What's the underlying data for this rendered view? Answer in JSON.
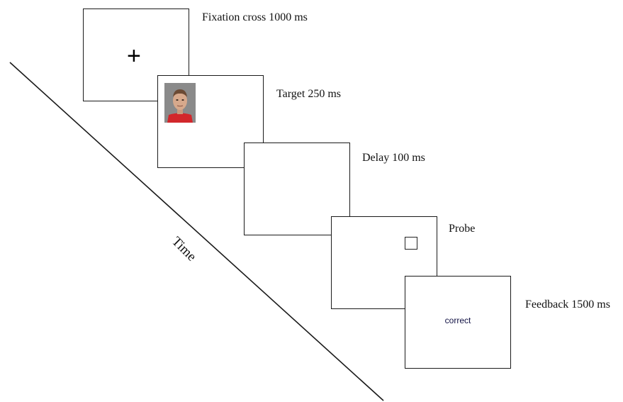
{
  "axis": {
    "label": "Time"
  },
  "steps": [
    {
      "label": "Fixation cross 1000 ms",
      "content": {
        "type": "fixation-cross",
        "glyph": "+"
      }
    },
    {
      "label": "Target 250 ms",
      "content": {
        "type": "face-photo"
      }
    },
    {
      "label": "Delay 100 ms",
      "content": {
        "type": "blank"
      }
    },
    {
      "label": "Probe",
      "content": {
        "type": "probe-square"
      }
    },
    {
      "label": "Feedback 1500 ms",
      "content": {
        "type": "text",
        "text": "correct"
      }
    }
  ],
  "colors": {
    "line": "#1a1a1a",
    "face_background": "#8a8a8a",
    "shirt": "#d2272b",
    "skin": "#d7a98c"
  }
}
